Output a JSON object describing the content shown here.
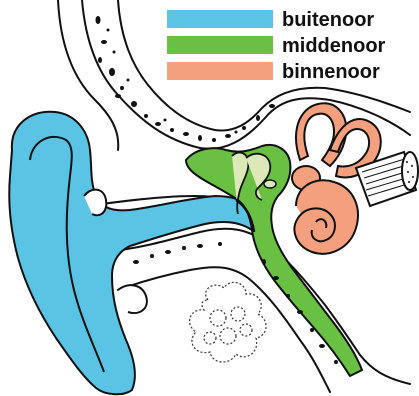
{
  "legend": {
    "items": [
      {
        "label": "buitenoor",
        "color": "#5bc3e4"
      },
      {
        "label": "middenoor",
        "color": "#69c043"
      },
      {
        "label": "binnenoor",
        "color": "#f4a07f"
      }
    ]
  },
  "colors": {
    "outline": "#111111",
    "outer_ear": "#5bc3e4",
    "middle_ear": "#69c043",
    "inner_ear": "#f4a07f",
    "bone_fill": "#ffffff",
    "background": "#ffffff"
  }
}
